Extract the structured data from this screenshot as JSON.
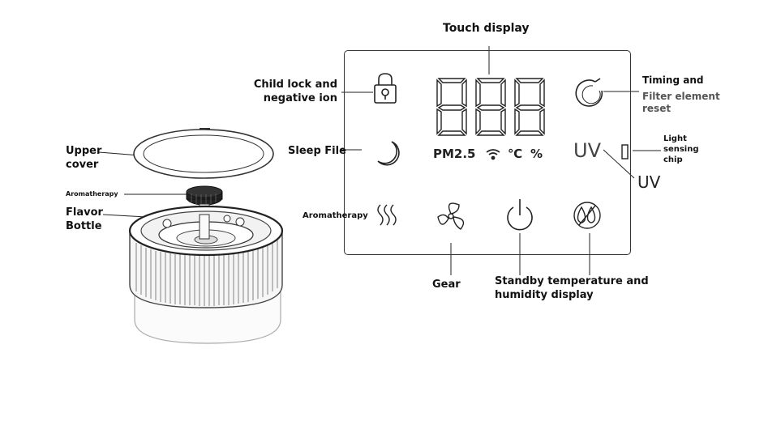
{
  "labels": {
    "touch_display": "Touch display",
    "child_lock_line1": "Child lock and",
    "child_lock_line2": "negative ion",
    "sleep_file": "Sleep File",
    "aromatherapy_panel": "Aromatherapy",
    "gear": "Gear",
    "standby_line1": "Standby temperature and",
    "standby_line2": "humidity display",
    "timing": "Timing and",
    "filter_line1": "Filter element",
    "filter_line2": "reset",
    "light_line1": "Light",
    "light_line2": "sensing",
    "light_line3": "chip",
    "uv_external": "UV",
    "upper_cover_line1": "Upper",
    "upper_cover_line2": "cover",
    "aromatherapy_small": "Aromatherapy",
    "flavor_line1": "Flavor",
    "flavor_line2": "Bottle"
  },
  "panel": {
    "digits": "888",
    "pm": "PM2.5",
    "celsius": "℃",
    "percent": "%",
    "uv": "UV"
  },
  "icons": [
    "lock-icon",
    "moon-icon",
    "steam-icon",
    "fan-icon",
    "power-icon",
    "drops-icon",
    "timer-icon",
    "wifi-icon",
    "light-sensor-icon"
  ]
}
